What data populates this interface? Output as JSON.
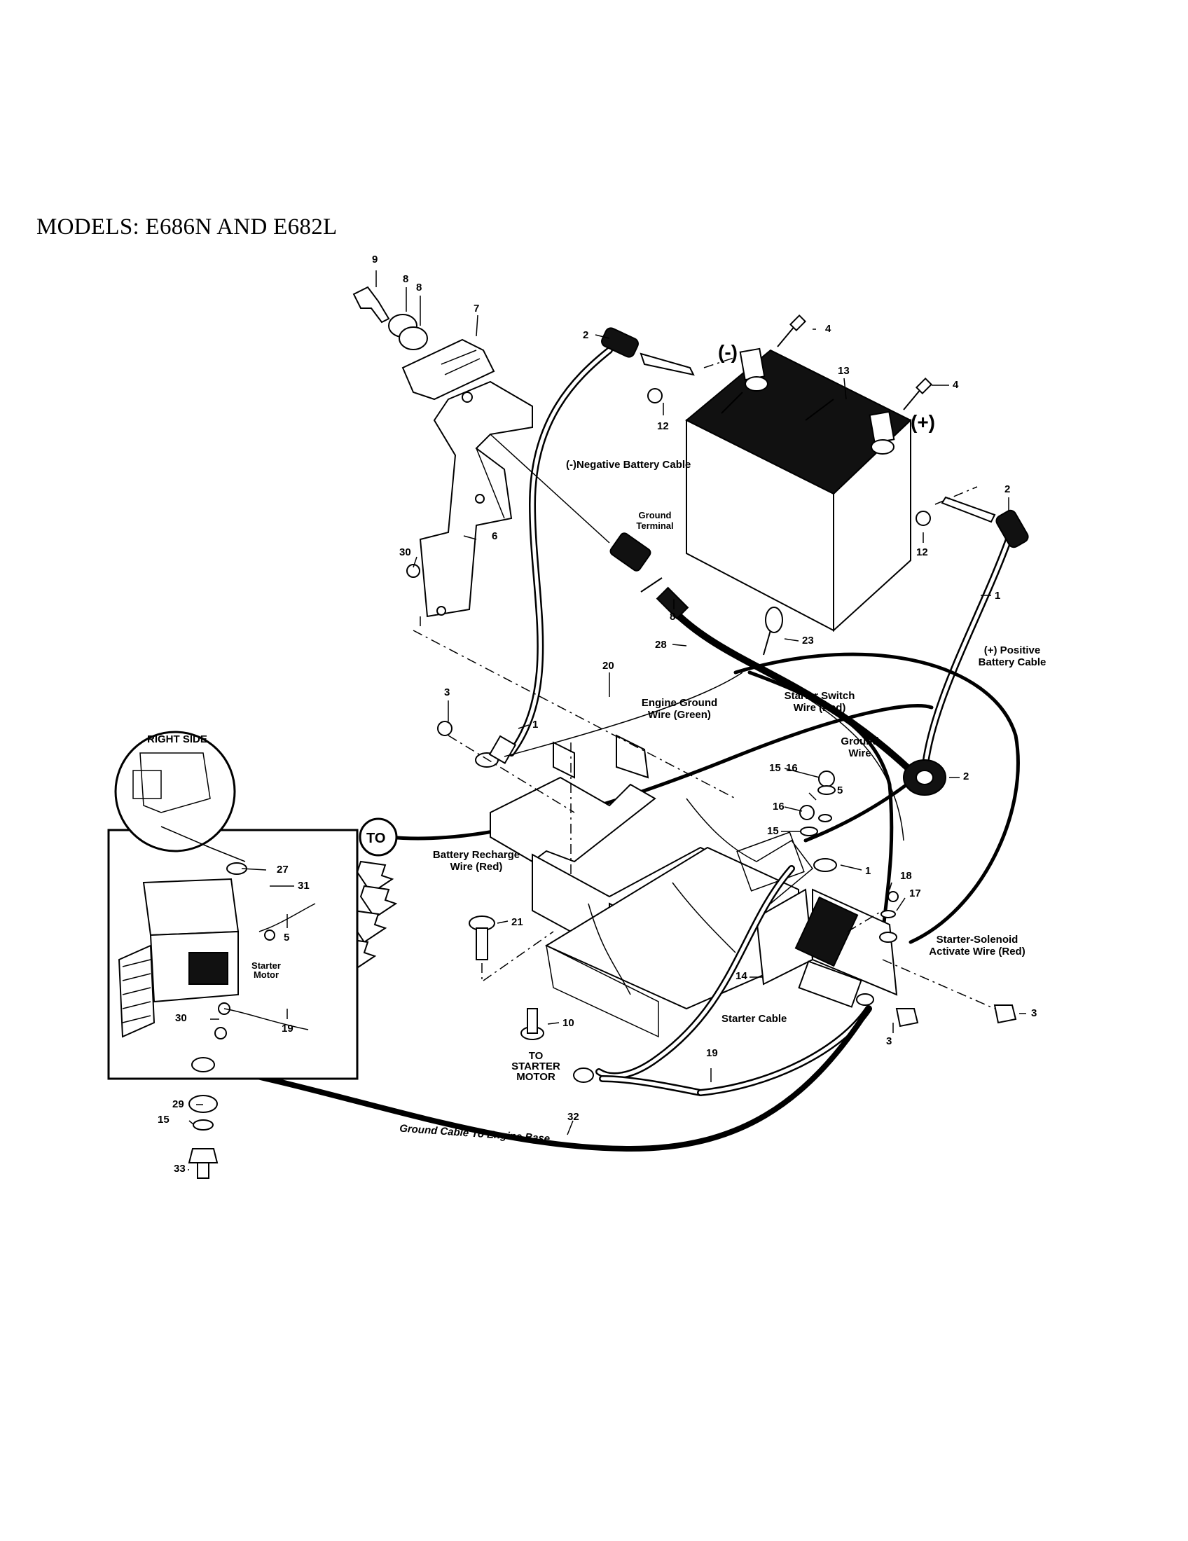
{
  "header": {
    "title": "MODELS: E686N AND E682L"
  },
  "inset": {
    "title": "RIGHT SIDE"
  },
  "labels": {
    "negative_symbol": "(-)",
    "positive_symbol": "(+)",
    "negative_cable": "(-)Negative Battery Cable",
    "ground_terminal": "Ground Terminal",
    "positive_cable": "(+) Positive Battery Cable",
    "engine_ground": "Engine Ground Wire (Green)",
    "starter_switch": "Starter Switch Wire (Red)",
    "ground_wire": "Ground Wire",
    "to": "TO",
    "battery_recharge": "Battery Recharge Wire (Red)",
    "starter_solenoid": "Starter-Solenoid Activate Wire (Red)",
    "starter_cable": "Starter Cable",
    "to_starter_motor": "TO STARTER MOTOR",
    "ground_cable": "Ground Cable To Engine Base",
    "starter_motor": "Starter Motor"
  },
  "callouts": {
    "p9": "9",
    "p8": "8",
    "p8b": "8",
    "p7": "7",
    "p6": "6",
    "p30": "30",
    "p2a": "2",
    "p12a": "12",
    "p4a": "4",
    "p13": "13",
    "p4b": "4",
    "p2b": "2",
    "p12b": "12",
    "p1a": "1",
    "p8c": "8",
    "p28": "28",
    "p23": "23",
    "p3a": "3",
    "p1b": "1",
    "p20": "20",
    "p2c": "2",
    "p15a": "15",
    "p16a": "16",
    "p5a": "5",
    "p16b": "16",
    "p15b": "15",
    "p1c": "1",
    "p18": "18",
    "p17": "17",
    "p21": "21",
    "p14": "14",
    "p3b": "3",
    "p3c": "3",
    "p10": "10",
    "p19a": "19",
    "p32": "32",
    "p27": "27",
    "p31": "31",
    "p5b": "5",
    "p30b": "30",
    "p19b": "19",
    "p29": "29",
    "p15c": "15",
    "p33": "33"
  }
}
